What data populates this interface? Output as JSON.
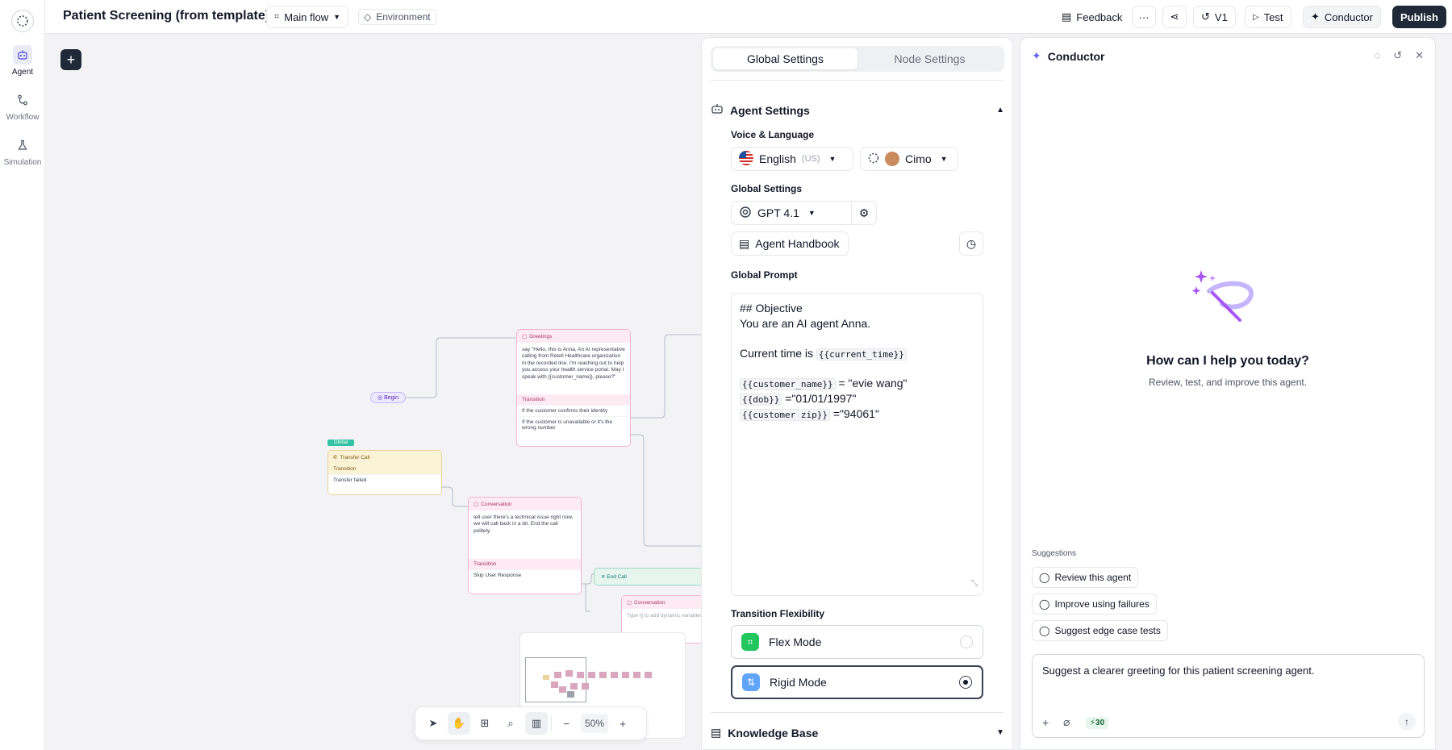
{
  "rail": {
    "items": [
      {
        "label": "Agent"
      },
      {
        "label": "Workflow"
      },
      {
        "label": "Simulation"
      }
    ]
  },
  "header": {
    "title": "Patient Screening (from template)",
    "flow_label": "Main flow",
    "env_label": "Environment",
    "feedback_label": "Feedback",
    "version_label": "V1",
    "test_label": "Test",
    "conductor_label": "Conductor",
    "publish_label": "Publish"
  },
  "canvas": {
    "begin_label": "Begin",
    "global_tag": "Global",
    "greetings": {
      "title": "Greetings",
      "text": "say \"Hello, this is Anna, An AI representative calling from Retell Healthcare organization in the recorded line. I'm reaching out to help you access your health service portal. May I speak with {{customer_name}}, please?\"",
      "transition_label": "Transition",
      "edges": [
        "If the customer confirms their identity",
        "If the customer is unavailable or it's the wrong number"
      ]
    },
    "transfer": {
      "title": "Transfer Call",
      "transition_label": "Transition",
      "edge": "Transfer failed"
    },
    "conversation": {
      "title": "Conversation",
      "text": "tell user there's a technical issue right now, we will call back in a bit. End the call politely.",
      "transition_label": "Transition",
      "edge": "Skip User Response"
    },
    "endcall": {
      "title": "End Call"
    },
    "conversation2": {
      "title": "Conversation",
      "placeholder": "Type {{ to add dynamic variables"
    },
    "zoom": "50%"
  },
  "settings": {
    "tabs": [
      "Global Settings",
      "Node Settings"
    ],
    "agent_settings_title": "Agent Settings",
    "voice_language_label": "Voice & Language",
    "language": "English",
    "language_region": "(US)",
    "voice": "Cimo",
    "global_settings_label": "Global Settings",
    "model": "GPT 4.1",
    "handbook_label": "Agent Handbook",
    "global_prompt_label": "Global Prompt",
    "prompt": {
      "l1": "## Objective",
      "l2": "You are an AI agent Anna.",
      "l3a": "Current time is ",
      "l3b": "{{current_time}}",
      "l4a": "{{customer_name}}",
      "l4b": "= \"evie wang\"",
      "l5a": "{{dob}}",
      "l5b": "=\"01/01/1997\"",
      "l6a": "{{customer zip}}",
      "l6b": "=\"94061\""
    },
    "transition_flex_label": "Transition Flexibility",
    "flex_mode": "Flex Mode",
    "rigid_mode": "Rigid Mode",
    "selected_mode": "Rigid Mode",
    "knowledge_base_label": "Knowledge Base"
  },
  "conductor": {
    "title": "Conductor",
    "question": "How can I help you today?",
    "subtitle": "Review, test, and improve this agent.",
    "suggestions_label": "Suggestions",
    "suggestions": [
      "Review this agent",
      "Improve using failures",
      "Suggest edge case tests"
    ],
    "input_value": "Suggest a clearer greeting for this patient screening agent.",
    "credits": "30"
  },
  "colors": {
    "accent_dark": "#1f2937",
    "node_pink": "#f1b5cf",
    "node_yellow": "#e8d39a",
    "flex_green": "#22c55e",
    "rigid_blue": "#60a5fa",
    "sparkle_purple": "#a855f7"
  }
}
